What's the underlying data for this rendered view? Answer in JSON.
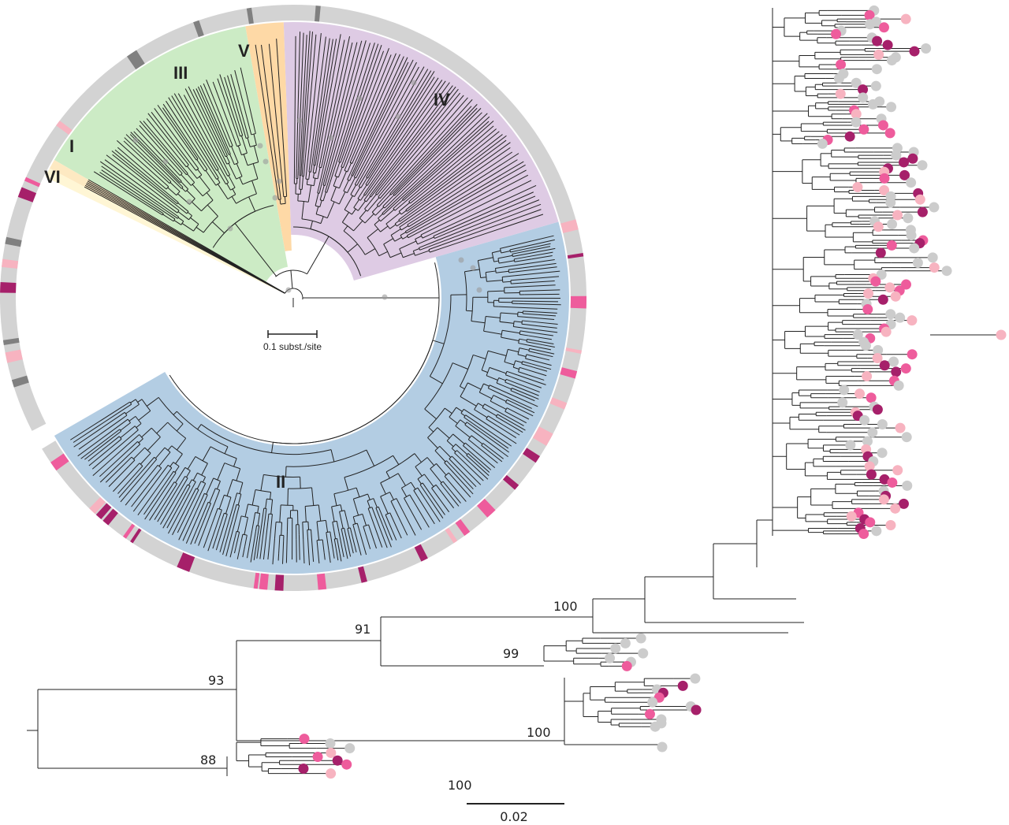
{
  "colors": {
    "clade_I": "#fde9c2",
    "clade_II": "#b3cde3",
    "clade_III": "#ccebc5",
    "clade_IV": "#decbe4",
    "clade_V": "#fed9a6",
    "clade_VI": "#fff6d5",
    "ring_bg": "#d3d3d3",
    "ring_dark_grey": "#808080",
    "ring_magenta": "#a6206a",
    "ring_pink": "#ee5c9c",
    "ring_light_pink": "#f7b3c0",
    "tip_grey": "#cccccc",
    "tip_magenta": "#a6206a",
    "tip_pink": "#ee5c9c",
    "tip_light_pink": "#f7b3c0",
    "branch": "#222222"
  },
  "circular_tree": {
    "clade_labels": [
      "I",
      "II",
      "III",
      "IV",
      "V",
      "VI"
    ],
    "scale_bar_label": "0.1 subst./site"
  },
  "rectangular_tree": {
    "bootstrap_values": [
      "100",
      "91",
      "99",
      "93",
      "100",
      "88",
      "100"
    ],
    "scale_bar_label": "0.02"
  }
}
